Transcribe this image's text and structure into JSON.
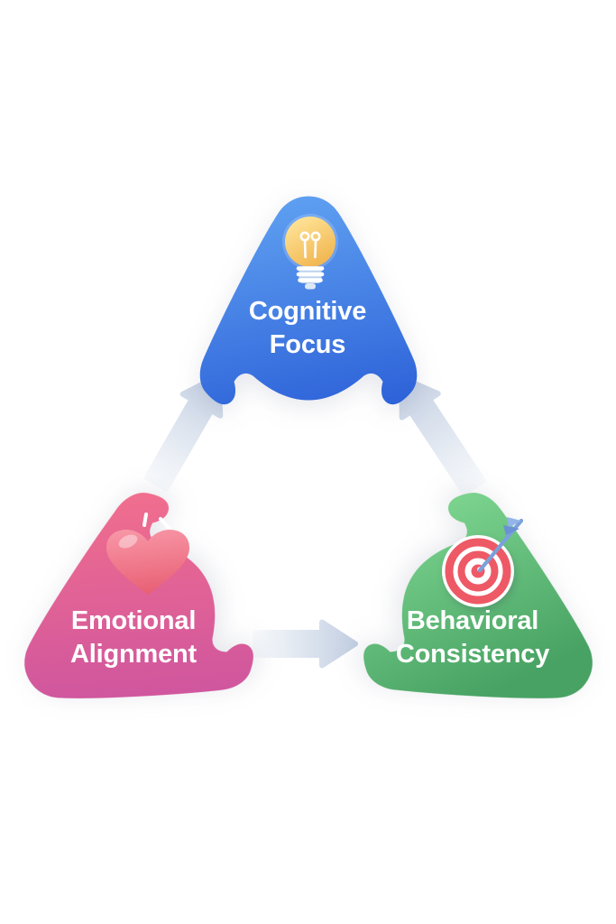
{
  "diagram": {
    "type": "cycle-infographic",
    "background": "#ffffff",
    "nodes": [
      {
        "id": "cognitive-focus",
        "label_line1": "Cognitive",
        "label_line2": "Focus",
        "icon": "lightbulb-icon",
        "color_light": "#5FA0F1",
        "color_dark": "#2E63D9",
        "text_color": "#ffffff"
      },
      {
        "id": "emotional-alignment",
        "label_line1": "Emotional",
        "label_line2": "Alignment",
        "icon": "heart-icon",
        "color_light": "#F3708C",
        "color_dark": "#D0569E",
        "text_color": "#ffffff"
      },
      {
        "id": "behavioral-consistency",
        "label_line1": "Behavioral",
        "label_line2": "Consistency",
        "icon": "target-icon",
        "color_light": "#83DB95",
        "color_dark": "#48A263",
        "text_color": "#ffffff"
      }
    ],
    "arrows": [
      {
        "from": "emotional-alignment",
        "to": "cognitive-focus"
      },
      {
        "from": "behavioral-consistency",
        "to": "cognitive-focus"
      },
      {
        "from": "emotional-alignment",
        "to": "behavioral-consistency"
      }
    ],
    "arrow_colors": {
      "tail": "#F8FAFC",
      "head": "#C3CFE2"
    },
    "icon_colors": {
      "bulb_light": "#FFE59B",
      "bulb_dark": "#F0B44C",
      "heart_light": "#F795A5",
      "heart_dark": "#E85F73",
      "target_ring": "#EE5966",
      "dart_blue": "#7BA0DB",
      "fletch_light": "#93B4E8",
      "fletch_dark": "#6A90D5"
    }
  }
}
